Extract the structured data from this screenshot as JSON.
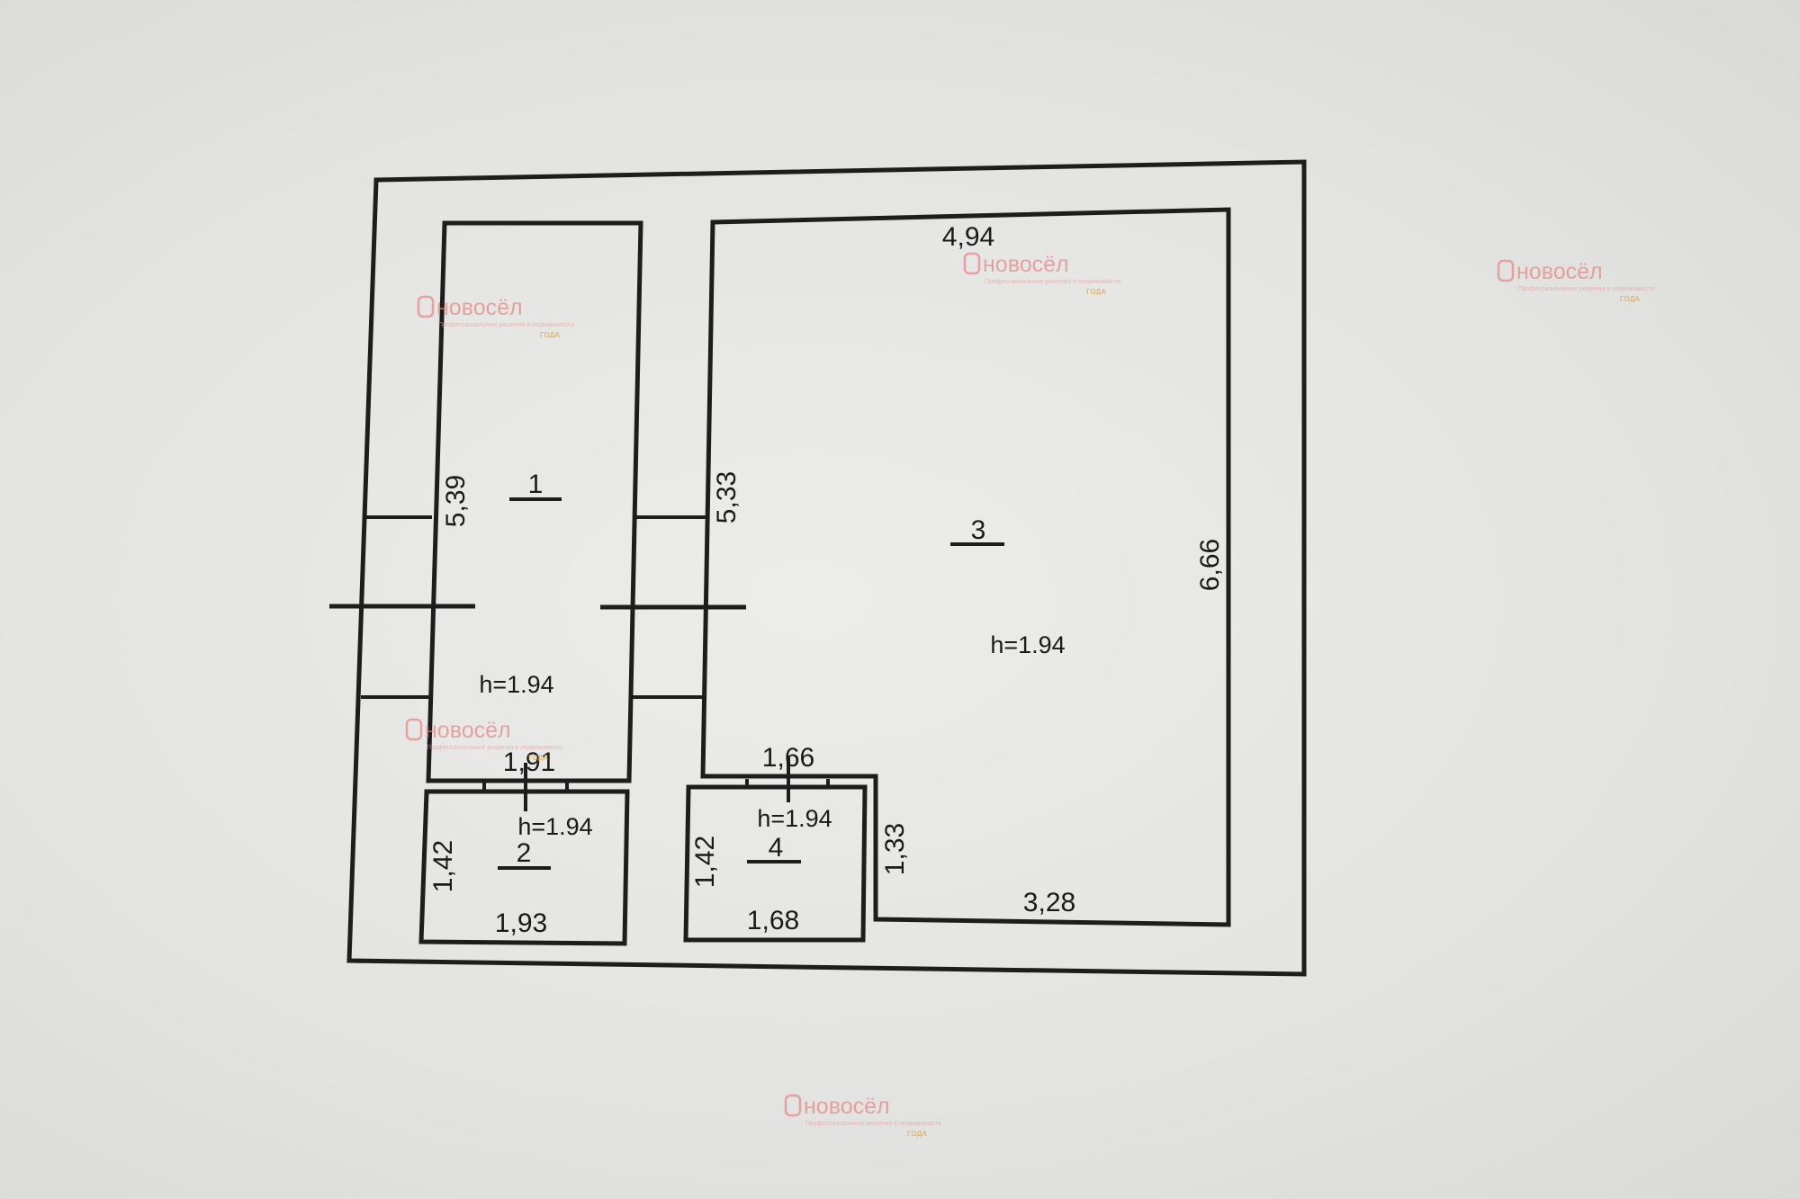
{
  "rooms": [
    {
      "number": "1",
      "height": "h=1.94",
      "side_dim": "5,39",
      "bottom_dim": "1,91"
    },
    {
      "number": "2",
      "height": "h=1.94",
      "side_dim": "1,42",
      "bottom_dim": "1,93"
    },
    {
      "number": "3",
      "height": "h=1.94",
      "top_dim": "4,94",
      "left_dim": "5,33",
      "right_dim": "6,66",
      "bottom_dim": "3,28",
      "notch_dim": "1,33"
    },
    {
      "number": "4",
      "height": "h=1.94",
      "side_dim": "1,42",
      "top_dim": "1,66",
      "bottom_dim": "1,68"
    }
  ],
  "watermark": {
    "brand": "новосёл",
    "tagline": "Профессиональные решения в недвижимости",
    "year_label": "ГОДА"
  },
  "colors": {
    "paper": "#e4e4e2",
    "lines": "#1d1d1d",
    "watermark": "#e58a8a"
  }
}
